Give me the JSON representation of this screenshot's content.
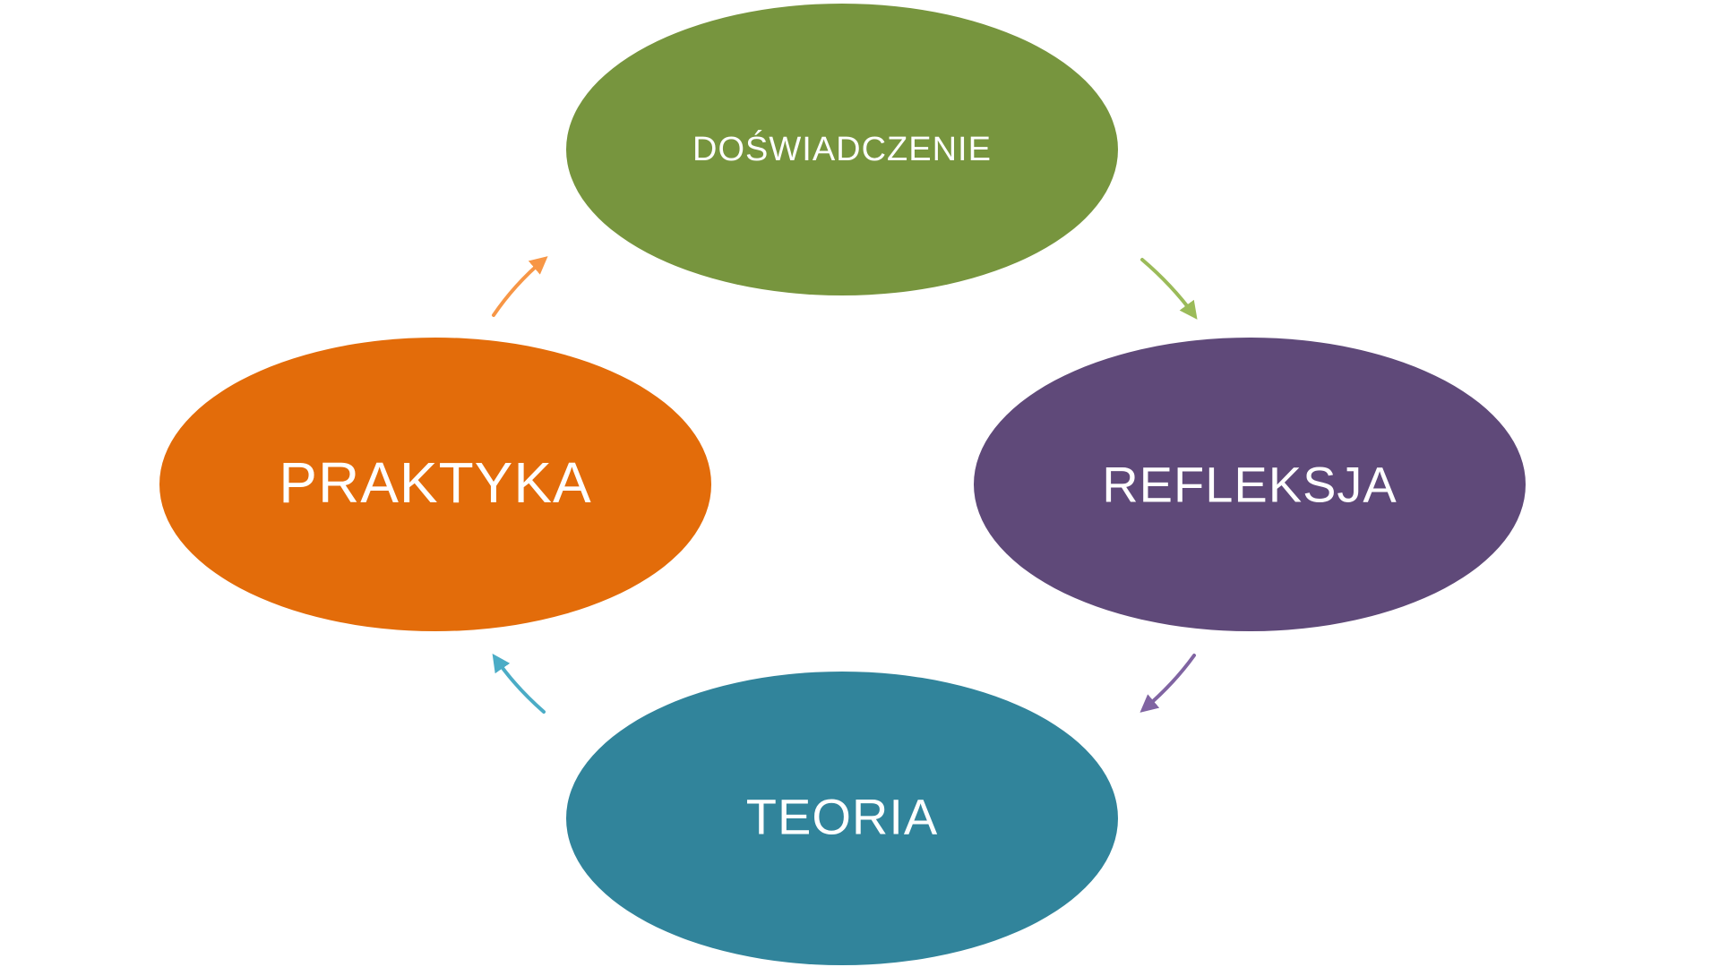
{
  "diagram": {
    "type": "cycle",
    "nodes": [
      {
        "id": "doswiadczenie",
        "label": "DOŚWIADCZENIE",
        "color": "#77953E"
      },
      {
        "id": "refleksja",
        "label": "REFLEKSJA",
        "color": "#5F4979"
      },
      {
        "id": "teoria",
        "label": "TEORIA",
        "color": "#31849B"
      },
      {
        "id": "praktyka",
        "label": "PRAKTYKA",
        "color": "#E36C0A"
      }
    ],
    "arrows": [
      {
        "from": "doswiadczenie",
        "to": "refleksja",
        "color": "#9BBB59"
      },
      {
        "from": "refleksja",
        "to": "teoria",
        "color": "#8064A2"
      },
      {
        "from": "teoria",
        "to": "praktyka",
        "color": "#4BACC6"
      },
      {
        "from": "praktyka",
        "to": "doswiadczenie",
        "color": "#F79646"
      }
    ]
  }
}
